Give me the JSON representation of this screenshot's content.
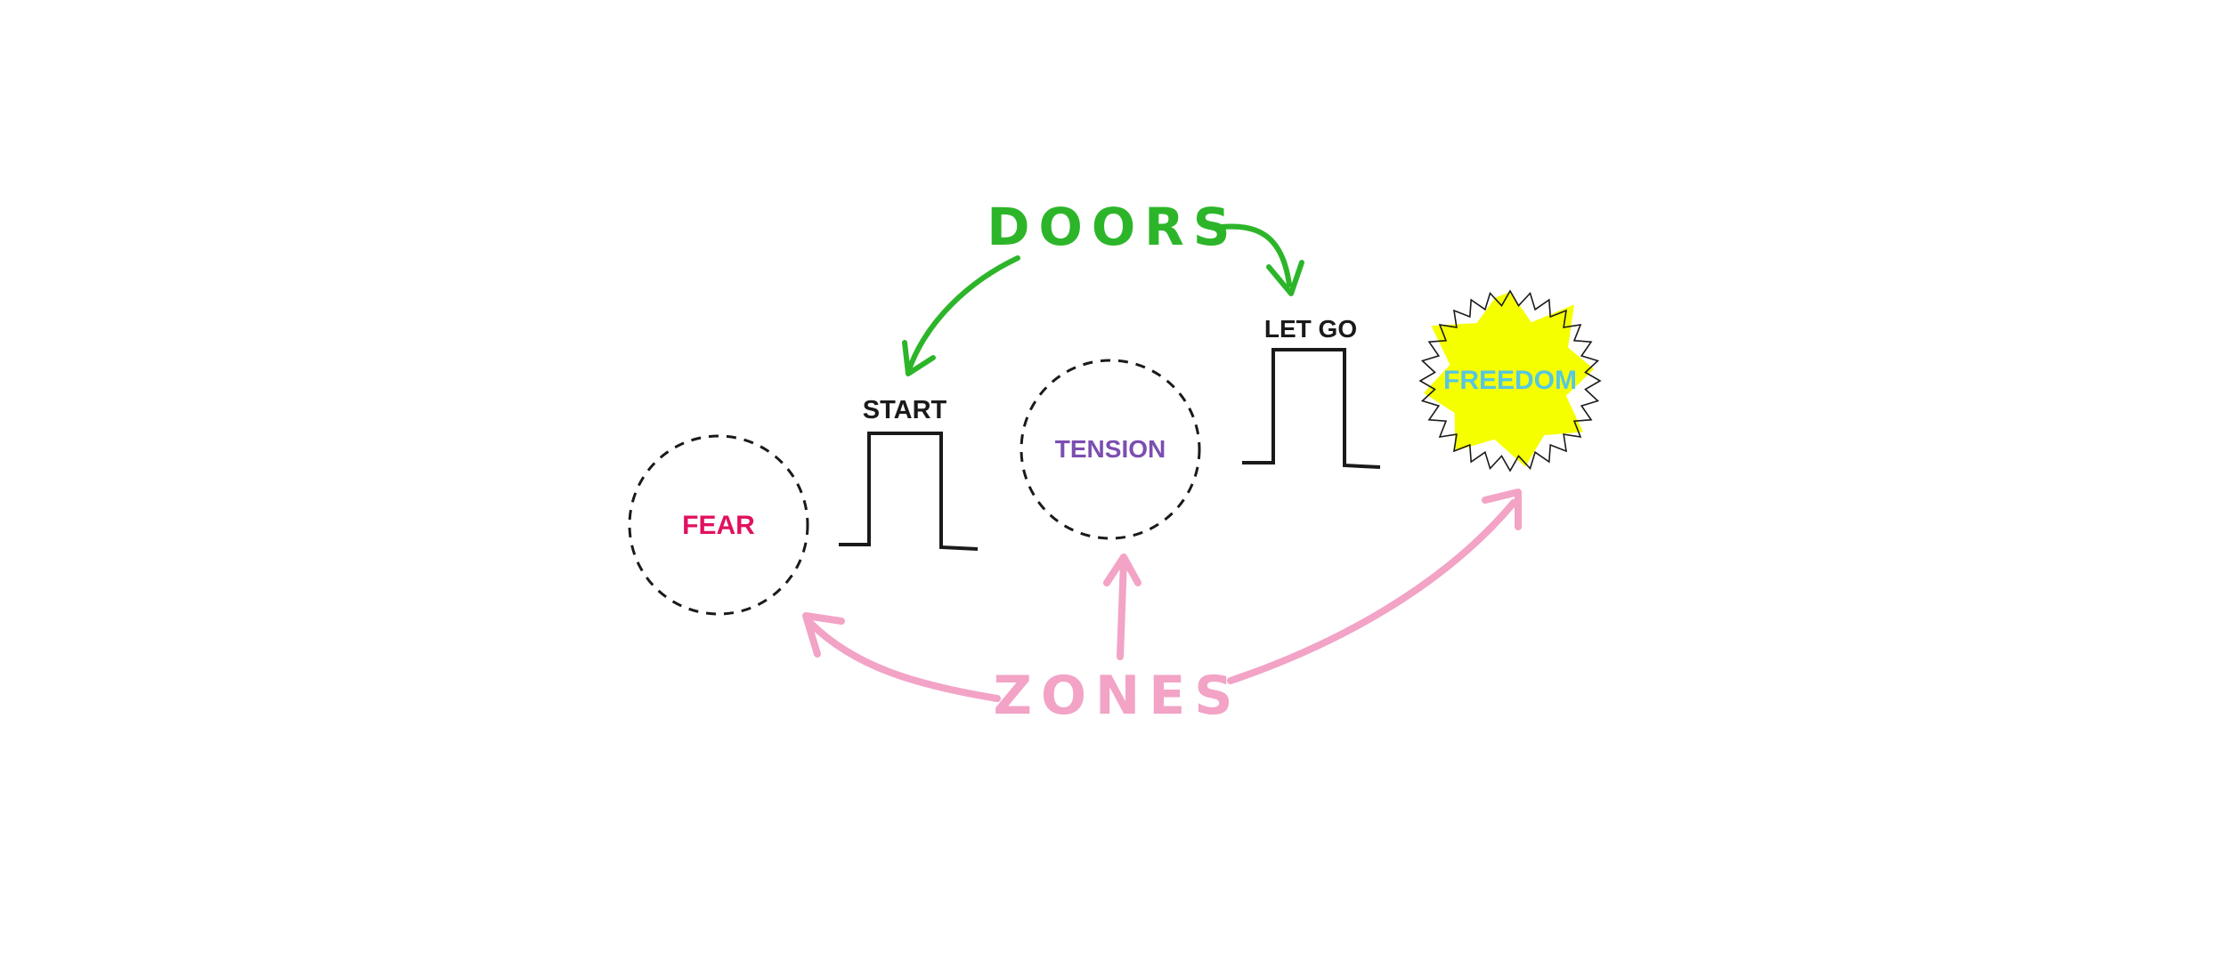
{
  "zones": {
    "fear": "FEAR",
    "tension": "TENSION",
    "freedom": "FREEDOM"
  },
  "doors": {
    "start": "START",
    "let_go": "LET GO"
  },
  "headings": {
    "doors": "DOORS",
    "zones": "ZONES"
  },
  "colors": {
    "fear": "#e0115f",
    "tension": "#7b4fb0",
    "freedom": "#57c7e0",
    "doors_green": "#2db52a",
    "zones_pink": "#f2a3c6",
    "burst_yellow": "#f5ff00",
    "ink": "#1a1a1a"
  }
}
